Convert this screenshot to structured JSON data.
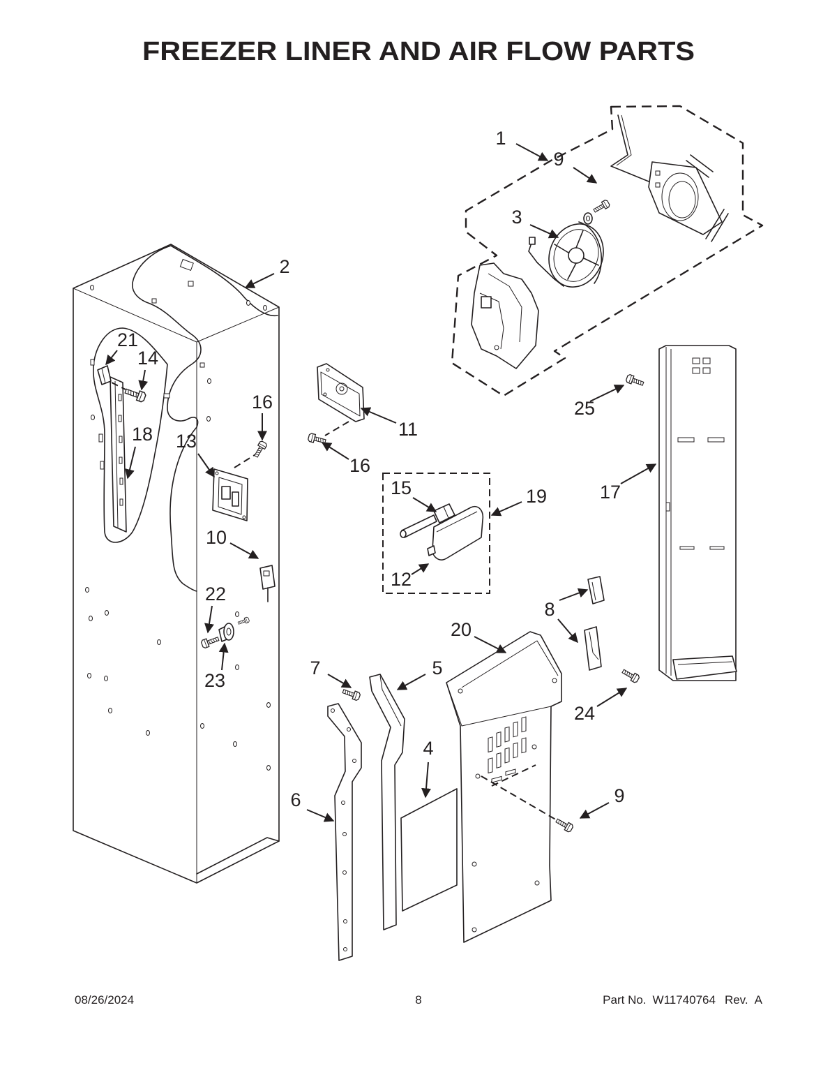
{
  "title": "FREEZER LINER AND AIR FLOW PARTS",
  "callouts": [
    "1",
    "9",
    "3",
    "2",
    "21",
    "14",
    "16",
    "11",
    "18",
    "13",
    "16",
    "15",
    "19",
    "17",
    "25",
    "10",
    "12",
    "22",
    "8",
    "20",
    "7",
    "5",
    "23",
    "24",
    "4",
    "6",
    "9"
  ],
  "footer": {
    "date": "08/26/2024",
    "page_number": "8",
    "part_no_label": "Part No.",
    "part_no": "W11740764",
    "rev_label": "Rev.",
    "rev": "A"
  },
  "colors": {
    "ink": "#231f20",
    "paper": "#ffffff"
  }
}
